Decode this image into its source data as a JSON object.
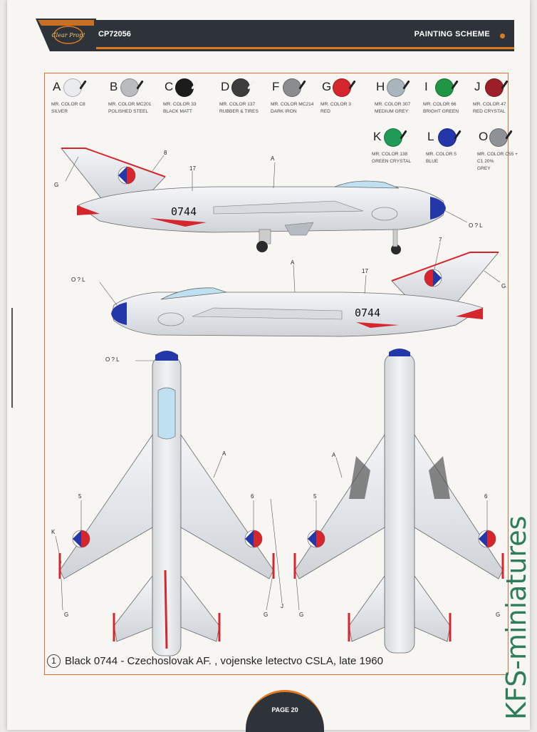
{
  "header": {
    "code": "CP72056",
    "section": "PAINTING SCHEME"
  },
  "brand": {
    "logo_text": "Clear Prop!",
    "header_color": "#2e3339",
    "accent_color": "#e07a22"
  },
  "swatches": [
    {
      "letter": "A",
      "name": "MR. COLOR C8\nSILVER",
      "color": "#e9ebee"
    },
    {
      "letter": "B",
      "name": "MR. COLOR MC201\nPOLISHED STEEL",
      "color": "#b9bcbf"
    },
    {
      "letter": "C",
      "name": "MR. COLOR 33\nBLACK MATT",
      "color": "#1c1c1c"
    },
    {
      "letter": "D",
      "name": "MR. COLOR 137\nRUBBER & TIRES",
      "color": "#3d3d3d"
    },
    {
      "letter": "F",
      "name": "MR. COLOR MC214\nDARK IRON",
      "color": "#8a8d90"
    },
    {
      "letter": "G",
      "name": "MR. COLOR 3\nRED",
      "color": "#d5262e"
    },
    {
      "letter": "H",
      "name": "MR. COLOR 307\nMEDIUM GREY",
      "color": "#a9b4bc"
    },
    {
      "letter": "I",
      "name": "MR. COLOR 66\nBRIGHT GREEN",
      "color": "#1f9443"
    },
    {
      "letter": "J",
      "name": "MR. COLOR 47\nRED CRYSTAL",
      "color": "#9c1f28"
    },
    {
      "letter": "K",
      "name": "MR. COLOR 138\nGREEN CRYSTAL",
      "color": "#1f9b55"
    },
    {
      "letter": "L",
      "name": "MR. COLOR 5\nBLUE",
      "color": "#2337a8"
    },
    {
      "letter": "O",
      "name": "MR. COLOR C55 +\nC1 20%\nGREY",
      "color": "#8e9196"
    }
  ],
  "callouts": {
    "side_top": [
      "8",
      "17",
      "A",
      "G",
      "O ? L"
    ],
    "side_bottom": [
      "7",
      "17",
      "A",
      "G",
      "O ? L"
    ],
    "plan_top": [
      "O ? L",
      "A",
      "5",
      "6",
      "K",
      "G",
      "G"
    ],
    "plan_bottom": [
      "A",
      "5",
      "6",
      "G",
      "J",
      "G"
    ]
  },
  "serial": "0744",
  "caption": {
    "number": "1",
    "text": "Black 0744 - Czechoslovak AF. ,  vojenske letectvo CSLA, late 1960"
  },
  "footer": {
    "page": "PAGE 20"
  },
  "watermark": {
    "text": "KFS-miniatures",
    "color": "#2e7d5a"
  }
}
